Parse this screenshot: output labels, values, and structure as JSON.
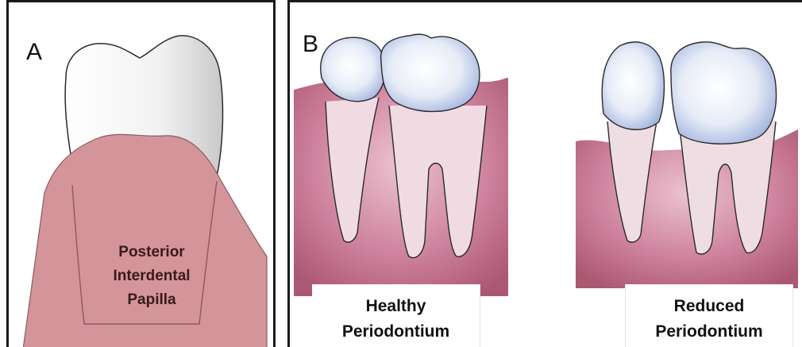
{
  "panel_a": {
    "letter": "A",
    "label_lines": [
      "Posterior",
      "Interdental",
      "Papilla"
    ]
  },
  "panel_b": {
    "letter": "B",
    "captions": [
      {
        "lines": [
          "Healthy",
          "Periodontium"
        ]
      },
      {
        "lines": [
          "Reduced",
          "Periodontium"
        ]
      }
    ]
  },
  "colors": {
    "gum": "#d4959a",
    "gum_stroke": "#8c5a5e",
    "tooth": "#f2f2f2",
    "outline": "#2a2a2a",
    "watercolor_gum": "#b04a6a",
    "watercolor_light": "#e8b8c8",
    "enamel_blue": "#a8b8e0"
  }
}
